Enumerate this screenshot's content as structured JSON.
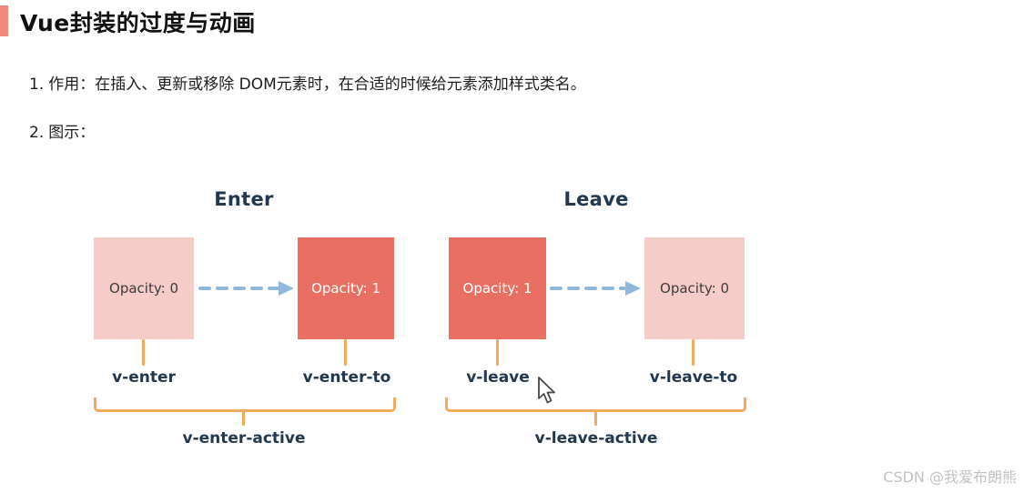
{
  "page": {
    "title": "Vue封装的过度与动画",
    "items": [
      {
        "number": "1.",
        "text": "作用：在插入、更新或移除 DOM元素时，在合适的时候给元素添加样式类名。"
      },
      {
        "number": "2.",
        "text": "图示："
      }
    ],
    "watermark": "CSDN @我爱布朗熊"
  },
  "diagram": {
    "enter": {
      "title": "Enter",
      "start_box": {
        "label": "Opacity: 0",
        "style": "light"
      },
      "end_box": {
        "label": "Opacity: 1",
        "style": "dark"
      },
      "start_label": "v-enter",
      "end_label": "v-enter-to",
      "active_label": "v-enter-active"
    },
    "leave": {
      "title": "Leave",
      "start_box": {
        "label": "Opacity: 1",
        "style": "dark"
      },
      "end_box": {
        "label": "Opacity: 0",
        "style": "light"
      },
      "start_label": "v-leave",
      "end_label": "v-leave-to",
      "active_label": "v-leave-active"
    },
    "colors": {
      "accent_bar": "#f0897b",
      "heading": "#22384e",
      "light_box": "#f5ccc7",
      "dark_box": "#e86f61",
      "arrow": "#8fb7dd",
      "bracket": "#f0aa5e"
    }
  }
}
